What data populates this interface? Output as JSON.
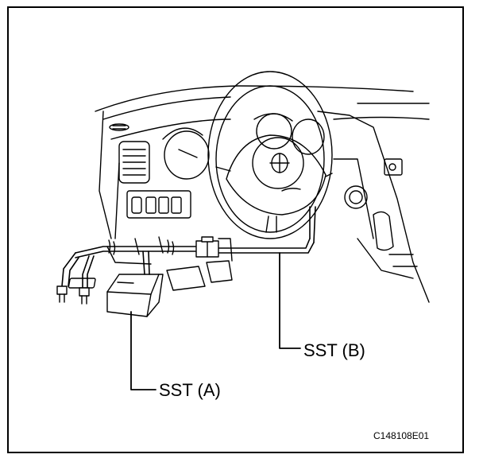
{
  "callouts": {
    "sst_a": "SST (A)",
    "sst_b": "SST (B)"
  },
  "figure_code": "C148108E01",
  "colors": {
    "line": "#000000",
    "background": "#ffffff"
  }
}
